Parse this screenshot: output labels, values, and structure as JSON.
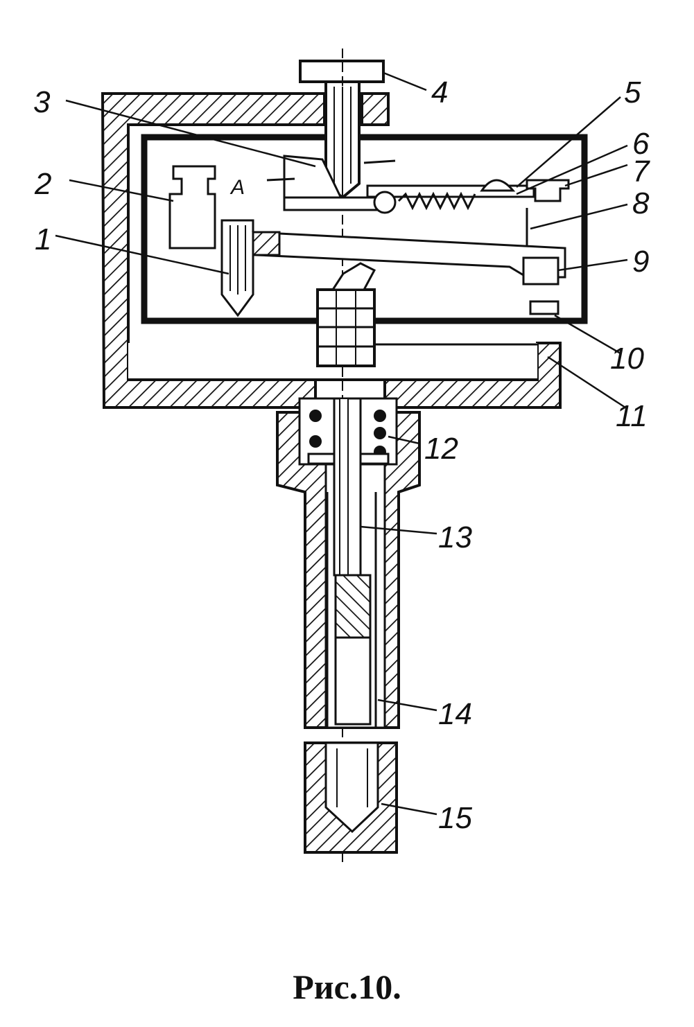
{
  "figure": {
    "caption": "Рис.10.",
    "point_label": "A",
    "callouts": [
      "1",
      "2",
      "3",
      "4",
      "5",
      "6",
      "7",
      "8",
      "9",
      "10",
      "11",
      "12",
      "13",
      "14",
      "15"
    ]
  },
  "colors": {
    "ink": "#111111",
    "paper": "#ffffff"
  }
}
